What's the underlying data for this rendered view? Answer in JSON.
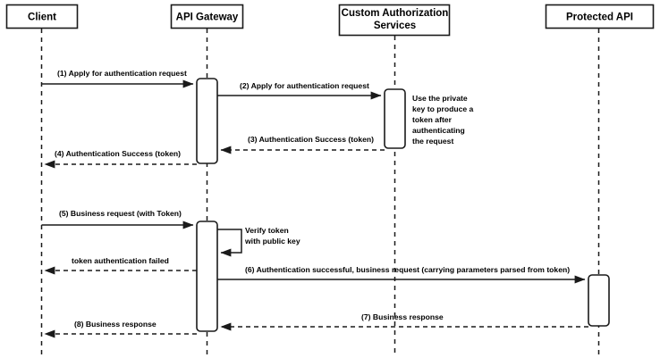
{
  "diagram": {
    "title": "API Gateway token authentication sequence",
    "type": "sequence-diagram",
    "background_color": "#ffffff",
    "line_color": "#1a1a1a"
  },
  "participants": [
    {
      "id": "client",
      "label": "Client"
    },
    {
      "id": "api-gateway",
      "label": "API Gateway"
    },
    {
      "id": "custom-auth",
      "label": "Custom Authorization\nServices",
      "line1": "Custom Authorization",
      "line2": "Services"
    },
    {
      "id": "protected-api",
      "label": "Protected API"
    }
  ],
  "messages": [
    {
      "seq": "1",
      "label": "(1) Apply for authentication request",
      "from": "client",
      "to": "api-gateway",
      "style": "solid"
    },
    {
      "seq": "2",
      "label": "(2) Apply for authentication request",
      "from": "api-gateway",
      "to": "custom-auth",
      "style": "solid"
    },
    {
      "seq": "3",
      "label": "(3) Authentication Success (token)",
      "from": "custom-auth",
      "to": "api-gateway",
      "style": "dashed"
    },
    {
      "seq": "4",
      "label": "(4) Authentication Success (token)",
      "from": "api-gateway",
      "to": "client",
      "style": "dashed"
    },
    {
      "seq": "5",
      "label": "(5) Business request (with Token)",
      "from": "client",
      "to": "api-gateway",
      "style": "solid"
    },
    {
      "seq": "self",
      "label": "Verify token",
      "label2": "with public key",
      "from": "api-gateway",
      "to": "api-gateway",
      "style": "solid-self"
    },
    {
      "seq": "fail",
      "label": "token authentication failed",
      "from": "api-gateway",
      "to": "client",
      "style": "dashed"
    },
    {
      "seq": "6",
      "label": "(6) Authentication successful, business request (carrying parameters parsed from token)",
      "from": "api-gateway",
      "to": "protected-api",
      "style": "solid"
    },
    {
      "seq": "7",
      "label": "(7) Business response",
      "from": "protected-api",
      "to": "api-gateway",
      "style": "dashed"
    },
    {
      "seq": "8",
      "label": "(8) Business response",
      "from": "api-gateway",
      "to": "client",
      "style": "dashed"
    }
  ],
  "notes": [
    {
      "id": "private-key-note",
      "attached_to": "custom-auth",
      "lines": [
        "Use the private",
        "key to produce a",
        "token after",
        "authenticating",
        "the request"
      ]
    }
  ]
}
